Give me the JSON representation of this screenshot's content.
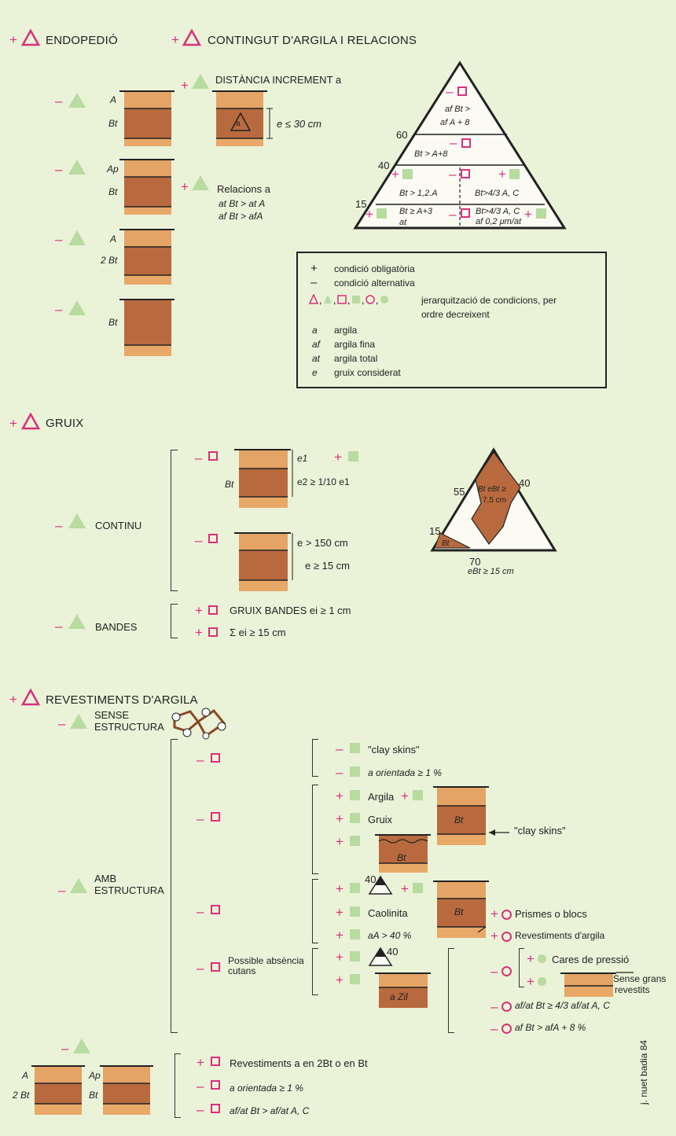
{
  "sections": {
    "endopedion": "ENDOPEDIÓ",
    "contingut": "CONTINGUT D'ARGILA I RELACIONS",
    "gruix": "GRUIX",
    "revestiments": "REVESTIMENTS D'ARGILA"
  },
  "horizons": {
    "A": "A",
    "Bt": "Bt",
    "Ap": "Ap",
    "twoBt": "2 Bt",
    "a": "a",
    "aZil": "a Zil"
  },
  "endo": {
    "distancia": "DISTÀNCIA INCREMENT a",
    "e30": "e ≤ 30 cm",
    "relacions": "Relacions a",
    "rel1": "at Bt > at A",
    "rel2": "af Bt > afA"
  },
  "triangle1": {
    "top_text1": "af Bt >",
    "top_text2": "af A + 8",
    "mid": "Bt > A+8",
    "r3a": "Bt > 1,2.A",
    "r3b": "Bt>4/3 A, C",
    "r4a1": "Bt ≥ A+3",
    "r4a2": "at",
    "r4b1": "Bt>4/3 A, C",
    "r4b2": "af 0,2 μm/at",
    "lbl60": "60",
    "lbl40": "40",
    "lbl15": "15"
  },
  "legend": {
    "plus": "+",
    "plus_text": "condició obligatòria",
    "minus": "–",
    "minus_text": "condició alternativa",
    "hier1": "jerarquització de condicions, per",
    "hier2": "ordre decreixent",
    "rows": [
      {
        "k": "a",
        "v": "argila"
      },
      {
        "k": "af",
        "v": "argila fina"
      },
      {
        "k": "at",
        "v": "argila total"
      },
      {
        "k": "e",
        "v": "gruix considerat"
      }
    ]
  },
  "gruix": {
    "continu": "CONTINU",
    "bandes": "BANDES",
    "e1": "e1",
    "e2": "e2 ≥ 1/10 e1",
    "e150": "e > 150 cm",
    "e15": "e ≥ 15 cm",
    "bandes1": "GRUIX BANDES ei ≥ 1 cm",
    "bandes2": "Σ ei ≥ 15 cm"
  },
  "triangle2": {
    "l40": "40",
    "l55": "55",
    "l15": "15",
    "l70": "70",
    "inner1": "Bt eBt ≥",
    "inner2": "7,5 cm",
    "corner": "Bt",
    "bottom": "eBt ≥ 15 cm"
  },
  "rev": {
    "sense1": "SENSE",
    "sense2": "ESTRUCTURA",
    "amb1": "AMB",
    "amb2": "ESTRUCTURA",
    "clayskins": "\"clay skins\"",
    "orientada": "a orientada ≥ 1 %",
    "argila": "Argila",
    "gruix": "Gruix",
    "clayskins_arrow": "\"clay skins\"",
    "n40": "40",
    "caolinita": "Caolinita",
    "aA40": "aA > 40 %",
    "prismes": "Prismes o blocs",
    "revest": "Revestiments d'argila",
    "possible1": "Possible absència",
    "possible2": "cutans",
    "cares": "Cares de pressió",
    "sense_grans1": "Sense grans",
    "sense_grans2": "revestits",
    "afat": "af/at   Bt ≥ 4/3 af/at A, C",
    "afBt": "af Bt > afA + 8 %"
  },
  "bottom": {
    "b1": "Revestiments a en 2Bt o en Bt",
    "b2": "a orientada ≥ 1 %",
    "b3": "af/at Bt > af/at A, C"
  },
  "signature": "j. nuet badia 84",
  "colors": {
    "pink": "#d9307a",
    "green": "#b8dba0",
    "soil_light": "#e0a060",
    "soil_dark": "#b5663a",
    "bg": "#eaf2d8"
  }
}
